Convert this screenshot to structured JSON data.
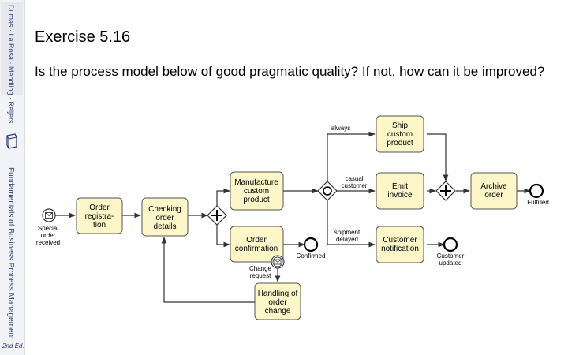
{
  "slide": {
    "title": "Exercise 5.16",
    "question": "Is the process model below of good pragmatic quality? If not, how can it be improved?"
  },
  "sidebar": {
    "top_text": "Dumas · La Rosa · Mendling · Reijers",
    "book_title": "Fundamentals of Business Process Management",
    "edition": "2nd Ed.",
    "logo_icon": "book-logo-icon"
  },
  "diagram": {
    "tasks": {
      "order_registration": [
        "Order",
        "registra-",
        "tion"
      ],
      "checking_order_details": [
        "Checking",
        "order",
        "details"
      ],
      "manufacture_custom_product": [
        "Manufacture",
        "custom",
        "product"
      ],
      "order_confirmation": [
        "Order",
        "confirmation"
      ],
      "handling_of_order_change": [
        "Handling of",
        "order",
        "change"
      ],
      "ship_custom_product": [
        "Ship",
        "custom",
        "product"
      ],
      "emit_invoice": [
        "Emit",
        "invoice"
      ],
      "customer_notification": [
        "Customer",
        "notification"
      ],
      "archive_order": [
        "Archive",
        "order"
      ]
    },
    "events": {
      "start": [
        "Special",
        "order",
        "received"
      ],
      "confirmed": "Confirmed",
      "change_request": [
        "Change",
        "request"
      ],
      "customer_updated": [
        "Customer",
        "updated"
      ],
      "fulfilled": "Fulfilled"
    },
    "flow_labels": {
      "always": "always",
      "casual_customer": [
        "casual",
        "customer"
      ],
      "shipment_delayed": [
        "shipment",
        "delayed"
      ]
    },
    "gateway_types": {
      "parallel_split": "parallel",
      "inclusive_split": "inclusive",
      "parallel_join": "parallel"
    }
  }
}
